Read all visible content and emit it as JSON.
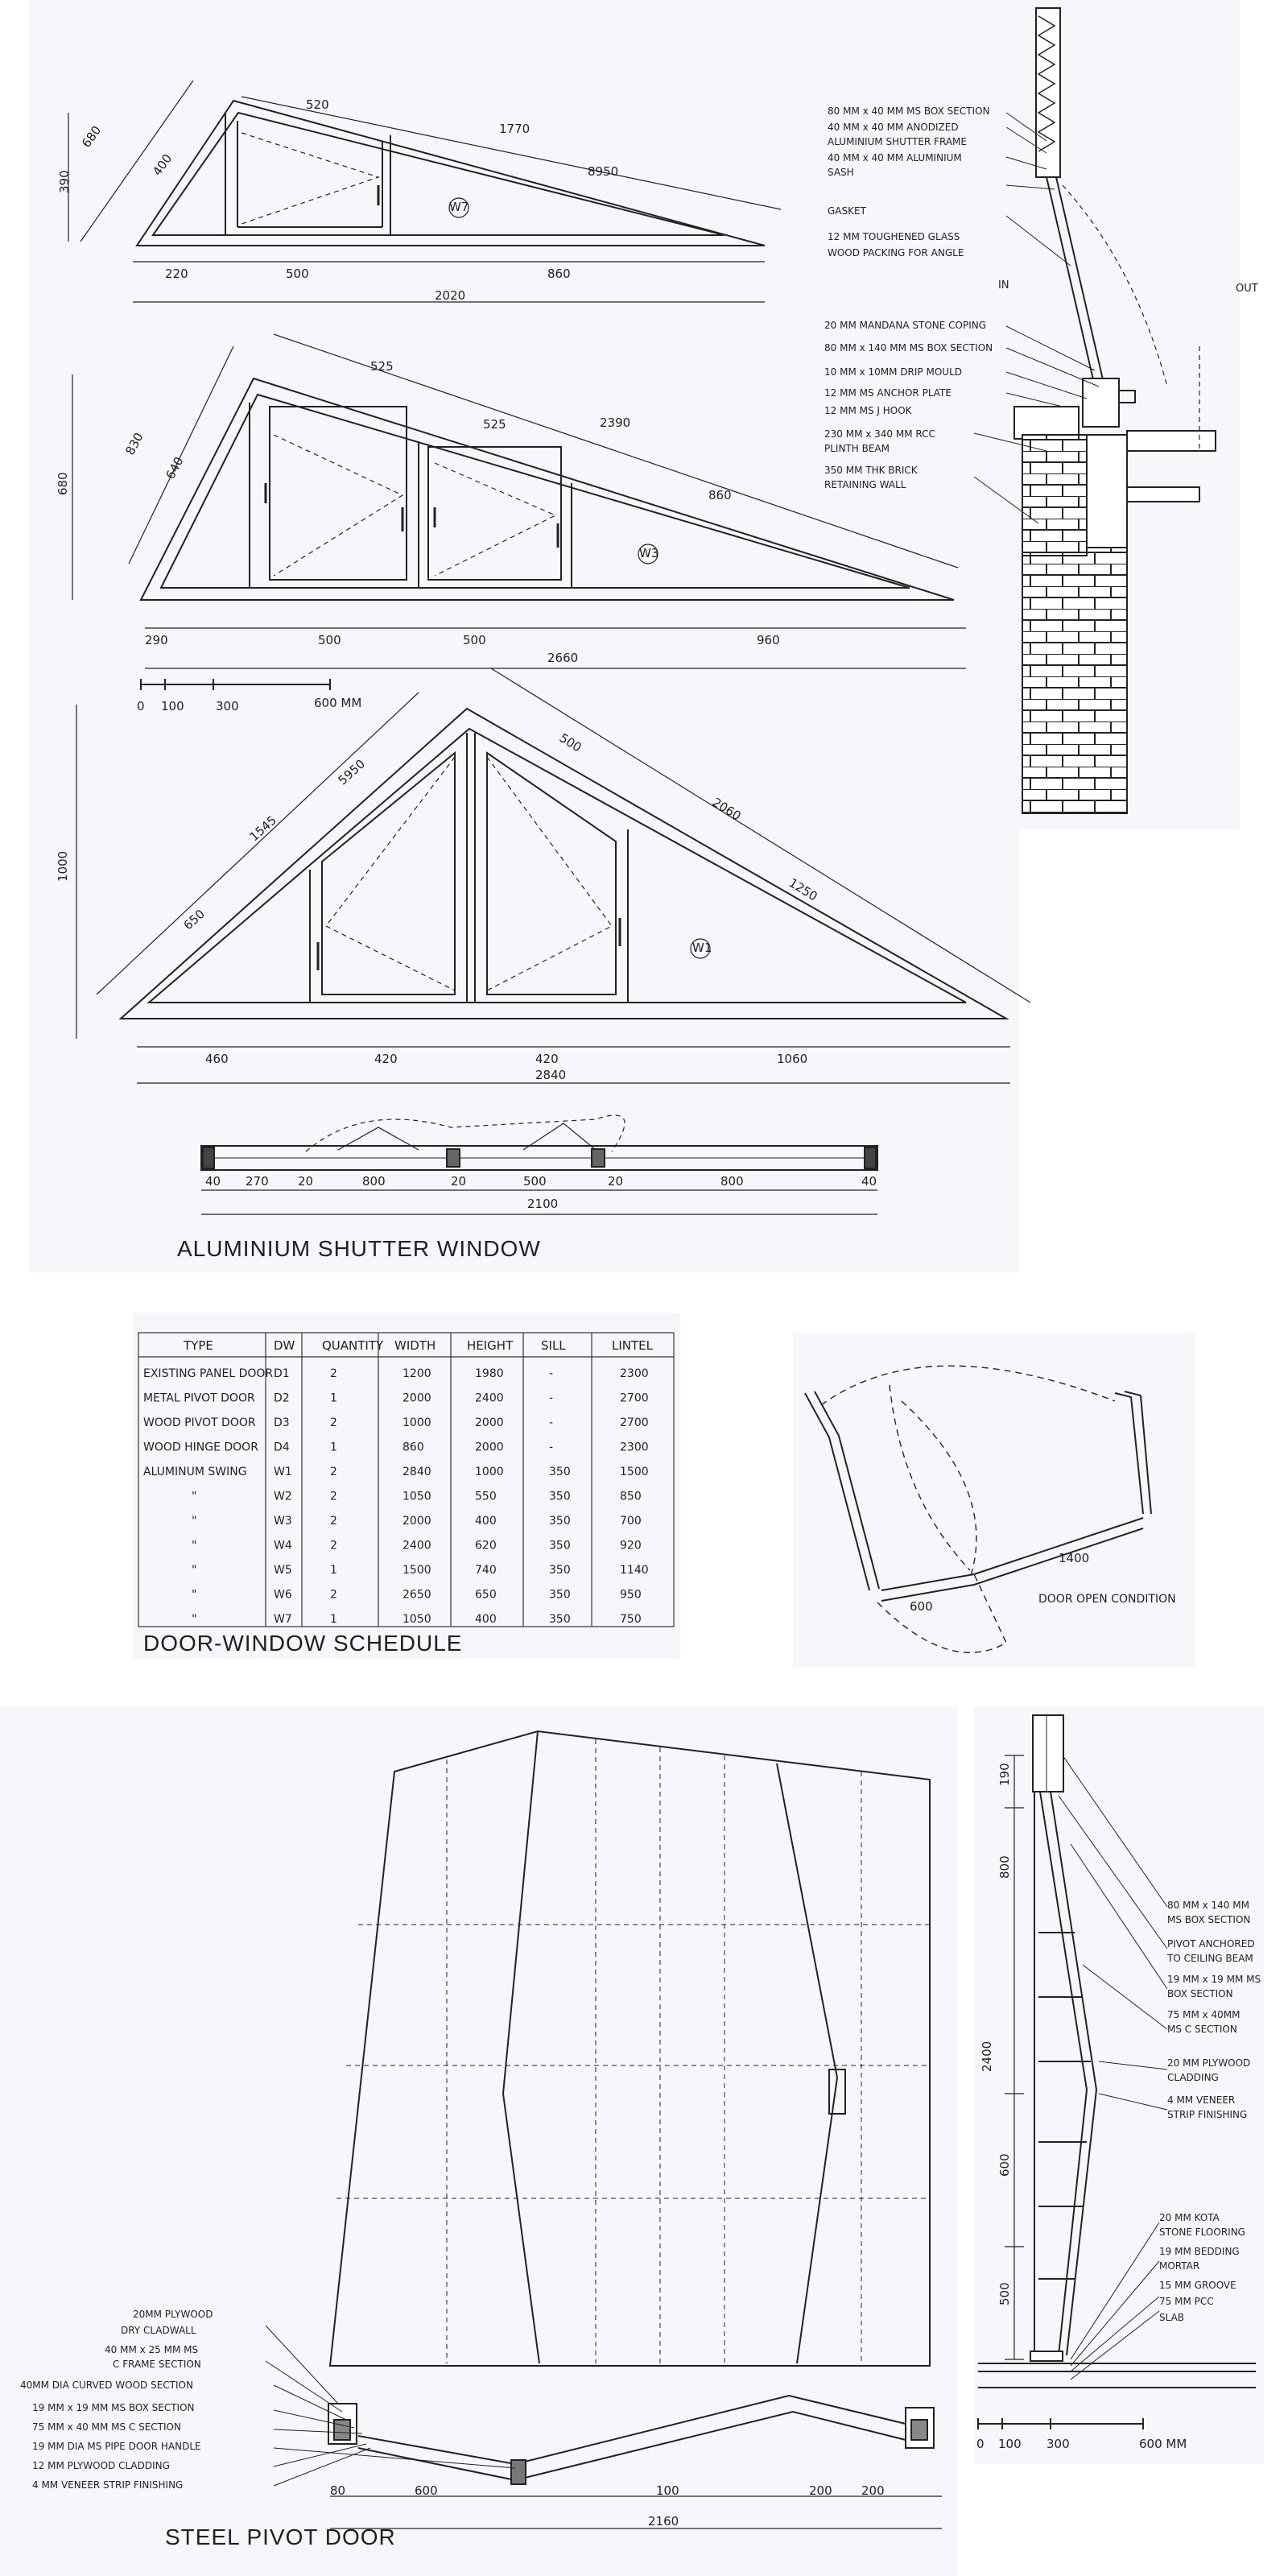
{
  "window_section": {
    "title": "ALUMINIUM SHUTTER WINDOW",
    "w7": {
      "tag": "W7",
      "top_dims": [
        "520",
        "1770",
        "8950"
      ],
      "side_dims": [
        "680",
        "400",
        "390"
      ],
      "bottom_dims": [
        "220",
        "500",
        "860"
      ],
      "total": "2020"
    },
    "w3": {
      "tag": "W3",
      "top_dims": [
        "525",
        "525",
        "2390",
        "860"
      ],
      "side_dims": [
        "830",
        "640",
        "680"
      ],
      "bottom_dims": [
        "290",
        "500",
        "500",
        "960"
      ],
      "total": "2660"
    },
    "scale": {
      "labels": [
        "0",
        "100",
        "300",
        "600 MM"
      ]
    },
    "w1": {
      "tag": "W1",
      "top_dims": [
        "1545",
        "5950",
        "500",
        "2060",
        "1250",
        "650"
      ],
      "side_dim": "1000",
      "bottom_dims": [
        "460",
        "420",
        "420",
        "1060"
      ],
      "total": "2840"
    },
    "plan": {
      "dims": [
        "40",
        "270",
        "20",
        "800",
        "20",
        "500",
        "20",
        "800",
        "40"
      ],
      "total": "2100"
    }
  },
  "section_callouts": [
    "80 MM x 40 MM MS BOX SECTION",
    "40 MM x 40 MM ANODIZED",
    "ALUMINIUM SHUTTER FRAME",
    "40 MM x 40 MM ALUMINIUM",
    "SASH",
    "GASKET",
    "12 MM TOUGHENED GLASS",
    "WOOD PACKING FOR ANGLE",
    "20 MM MANDANA STONE COPING",
    "80 MM x 140 MM MS BOX SECTION",
    "10 MM x 10MM DRIP MOULD",
    "12 MM MS ANCHOR PLATE",
    "12 MM MS J HOOK",
    "230 MM x 340 MM RCC",
    "PLINTH BEAM",
    "350 MM THK BRICK",
    "RETAINING WALL"
  ],
  "section_side_labels": {
    "out": "OUT",
    "in": "IN"
  },
  "schedule": {
    "title": "DOOR-WINDOW SCHEDULE",
    "headers": [
      "TYPE",
      "DW",
      "QUANTITY",
      "WIDTH",
      "HEIGHT",
      "SILL",
      "LINTEL"
    ],
    "rows": [
      [
        "EXISTING PANEL DOOR",
        "D1",
        "2",
        "1200",
        "1980",
        "-",
        "2300"
      ],
      [
        "METAL PIVOT DOOR",
        "D2",
        "1",
        "2000",
        "2400",
        "-",
        "2700"
      ],
      [
        "WOOD PIVOT DOOR",
        "D3",
        "2",
        "1000",
        "2000",
        "-",
        "2700"
      ],
      [
        "WOOD HINGE DOOR",
        "D4",
        "1",
        "860",
        "2000",
        "-",
        "2300"
      ],
      [
        "ALUMINUM SWING",
        "W1",
        "2",
        "2840",
        "1000",
        "350",
        "1500"
      ],
      [
        "\"",
        "W2",
        "2",
        "1050",
        "550",
        "350",
        "850"
      ],
      [
        "\"",
        "W3",
        "2",
        "2000",
        "400",
        "350",
        "700"
      ],
      [
        "\"",
        "W4",
        "2",
        "2400",
        "620",
        "350",
        "920"
      ],
      [
        "\"",
        "W5",
        "1",
        "1500",
        "740",
        "350",
        "1140"
      ],
      [
        "\"",
        "W6",
        "2",
        "2650",
        "650",
        "350",
        "950"
      ],
      [
        "\"",
        "W7",
        "1",
        "1050",
        "400",
        "350",
        "750"
      ]
    ]
  },
  "door_open": {
    "label": "DOOR OPEN CONDITION",
    "dims": [
      "600",
      "1400"
    ]
  },
  "pivot_door": {
    "title": "STEEL PIVOT DOOR",
    "left_callouts": [
      "20MM PLYWOOD",
      "DRY CLADWALL",
      "40 MM x 25 MM MS",
      "C FRAME SECTION",
      "40MM DIA  CURVED WOOD SECTION",
      "19 MM x 19 MM MS BOX SECTION",
      "75 MM x 40 MM MS  C  SECTION",
      "19 MM DIA MS PIPE DOOR HANDLE",
      "12 MM PLYWOOD CLADDING",
      "4 MM VENEER STRIP FINISHING"
    ],
    "plan_dims": [
      "80",
      "600",
      "100",
      "200",
      "200"
    ],
    "plan_total": "2160"
  },
  "door_section": {
    "dims": [
      "190",
      "800",
      "2400",
      "600",
      "500"
    ],
    "scale": [
      "0",
      "100",
      "300",
      "600 MM"
    ],
    "right_callouts": [
      "80 MM x 140 MM",
      "MS BOX SECTION",
      "PIVOT ANCHORED",
      "TO CEILING BEAM",
      "19 MM x 19 MM MS",
      "BOX SECTION",
      "75 MM x 40MM",
      "MS C SECTION",
      "20 MM PLYWOOD",
      "CLADDING",
      "4 MM VENEER",
      "STRIP FINISHING",
      "20 MM KOTA",
      "STONE FLOORING",
      "19 MM BEDDING",
      "MORTAR",
      "15 MM GROOVE",
      "75 MM PCC",
      "SLAB"
    ]
  }
}
